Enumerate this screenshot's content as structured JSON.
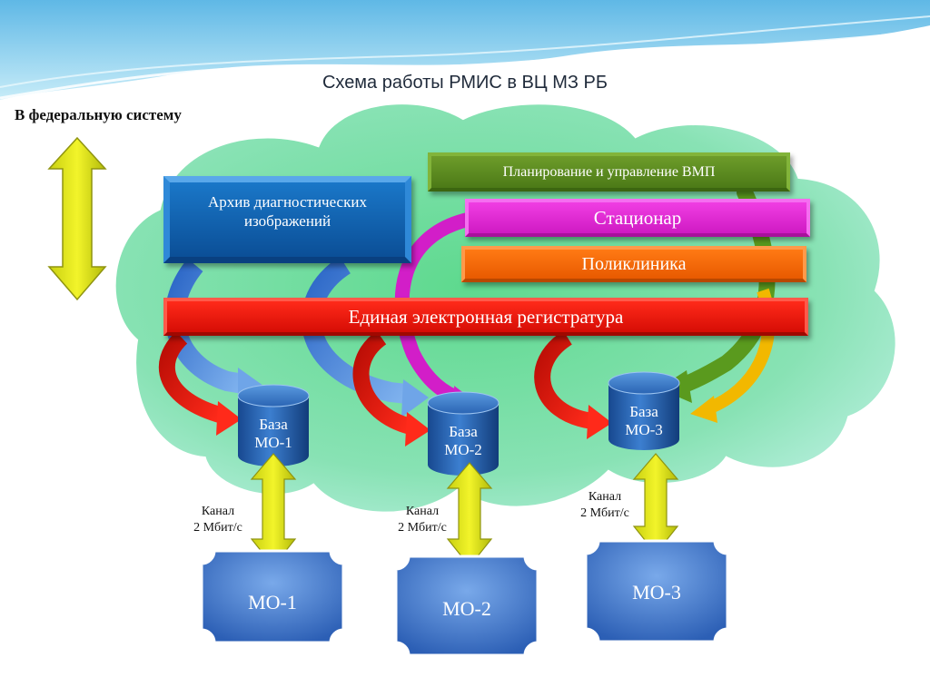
{
  "title": "Схема работы РМИС в ВЦ МЗ РБ",
  "federal_label": "В федеральную систему",
  "modules": {
    "archive": "Архив диагностических изображений",
    "vmp": "Планирование и управление ВМП",
    "stationar": "Стационар",
    "polyclinic": "Поликлиника",
    "registry": "Единая электронная регистратура"
  },
  "databases": [
    {
      "line1": "База",
      "line2": "МО-1"
    },
    {
      "line1": "База",
      "line2": "МО-2"
    },
    {
      "line1": "База",
      "line2": "МО-3"
    }
  ],
  "channels": [
    {
      "line1": "Канал",
      "line2": "2 Мбит/с"
    },
    {
      "line1": "Канал",
      "line2": "2 Мбит/с"
    },
    {
      "line1": "Канал",
      "line2": "2 Мбит/с"
    }
  ],
  "organizations": [
    "МО-1",
    "МО-2",
    "МО-3"
  ],
  "colors": {
    "cloud": "#7ddaa4",
    "archive": "#0b5fad",
    "vmp": "#5a8a1e",
    "stationar": "#e22ad6",
    "polyclinic": "#f26a0a",
    "registry": "#e81a10",
    "database": "#1e5aa8",
    "channel_arrow": "#e8ec1a"
  }
}
